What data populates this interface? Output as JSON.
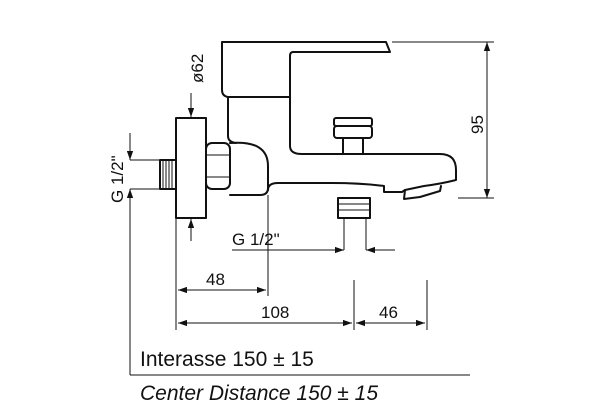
{
  "dimensions": {
    "diameter": "ø62",
    "thread_inlet": "G 1/2\"",
    "height": "95",
    "thread_outlet": "G 1/2\"",
    "depth_48": "48",
    "depth_108": "108",
    "depth_46": "46"
  },
  "notes": {
    "interasse": "Interasse 150 ± 15",
    "center_distance": "Center Distance 150 ± 15"
  },
  "colors": {
    "line": "#111111",
    "background": "#ffffff"
  }
}
